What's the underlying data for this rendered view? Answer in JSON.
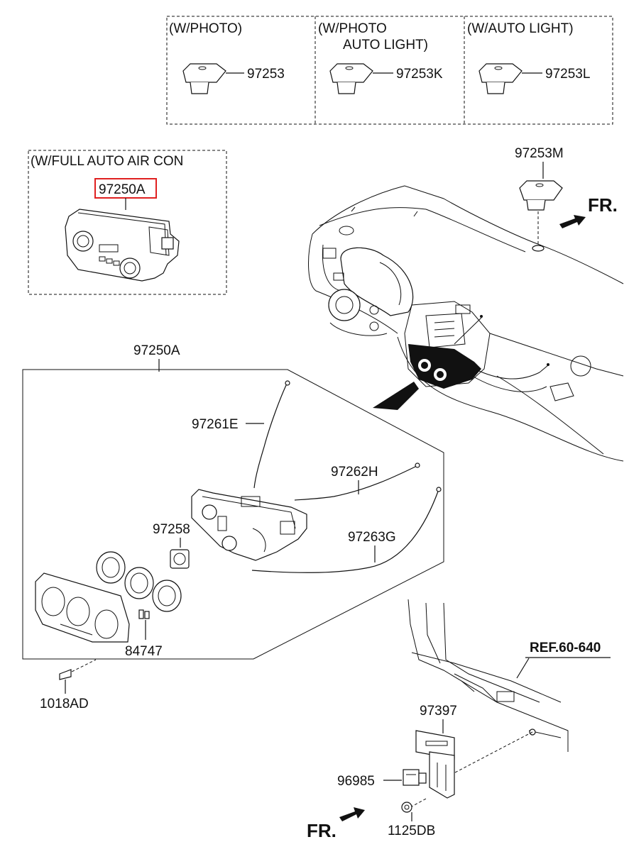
{
  "variant_boxes": [
    {
      "title": "(W/PHOTO)",
      "part": "97253"
    },
    {
      "title_line1": "(W/PHOTO",
      "title_line2": "AUTO LIGHT)",
      "part": "97253K"
    },
    {
      "title": "(W/AUTO LIGHT)",
      "part": "97253L"
    }
  ],
  "full_auto_box": {
    "title": "(W/FULL AUTO AIR CON",
    "part": "97250A",
    "highlight_color": "#e02020"
  },
  "sensor": {
    "part": "97253M",
    "fr_label": "FR."
  },
  "assembly": {
    "part": "97250A"
  },
  "cables": [
    "97261E",
    "97262H",
    "97263G"
  ],
  "components": {
    "knob_part": "97258",
    "bulb_part": "84747",
    "screw_part": "1018AD"
  },
  "bracket": {
    "ref": "REF.60-640",
    "bracket_part": "97397",
    "connector_part": "96985",
    "bolt_part": "1125DB",
    "fr_label": "FR."
  }
}
